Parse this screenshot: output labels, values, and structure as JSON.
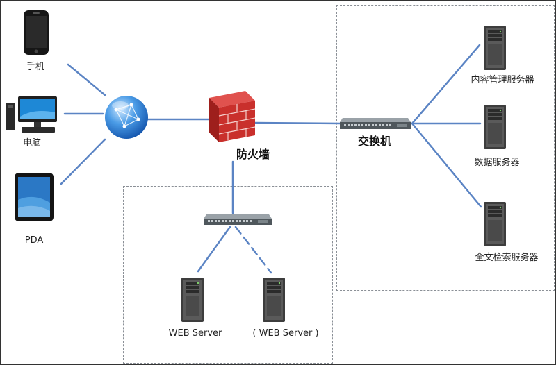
{
  "labels": {
    "phone": "手机",
    "computer": "电脑",
    "pda": "PDA",
    "firewall": "防火墙",
    "switch": "交换机",
    "cms_server": "内容管理服务器",
    "db_server": "数据服务器",
    "search_server": "全文检索服务器",
    "web_server": "WEB Server",
    "web_server_backup": "( WEB Server )"
  },
  "colors": {
    "link": "#5b84c4",
    "frame": "#333333",
    "dashed_box": "#8a8f96",
    "firewall_brick": "#c9302c",
    "globe": "#2f7fd6"
  }
}
